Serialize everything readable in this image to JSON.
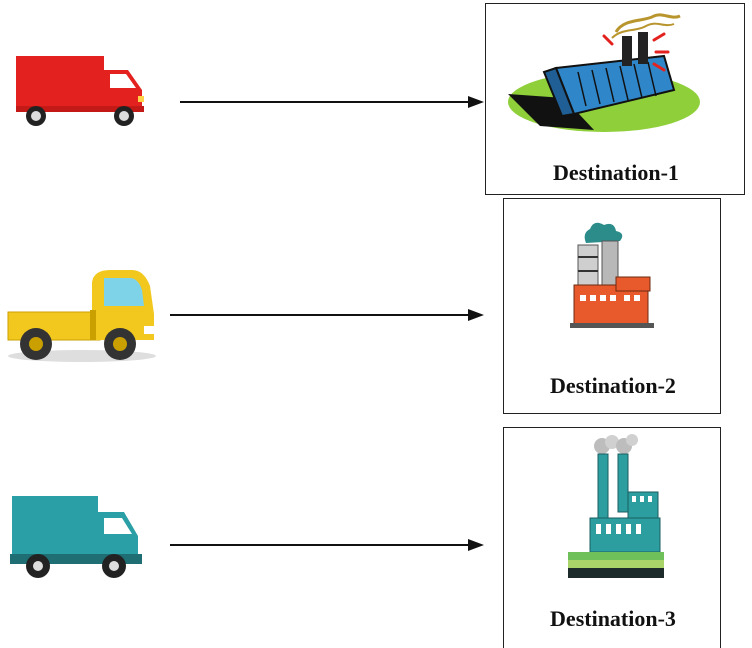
{
  "destinations": [
    {
      "label": "Destination-1",
      "icon": "factory-icon"
    },
    {
      "label": "Destination-2",
      "icon": "factory-icon"
    },
    {
      "label": "Destination-3",
      "icon": "factory-icon"
    }
  ],
  "vehicles": [
    {
      "icon": "delivery-truck-icon",
      "color": "#e02020"
    },
    {
      "icon": "pickup-truck-icon",
      "color": "#f2c81f"
    },
    {
      "icon": "box-truck-icon",
      "color": "#2a9fa6"
    }
  ],
  "colors": {
    "arrow": "#111111",
    "border": "#222222",
    "factory1_building": "#2f86c8",
    "factory1_ground": "#8fcf3a",
    "factory2_building": "#e85a2c",
    "factory3_building": "#2c9ea0"
  }
}
